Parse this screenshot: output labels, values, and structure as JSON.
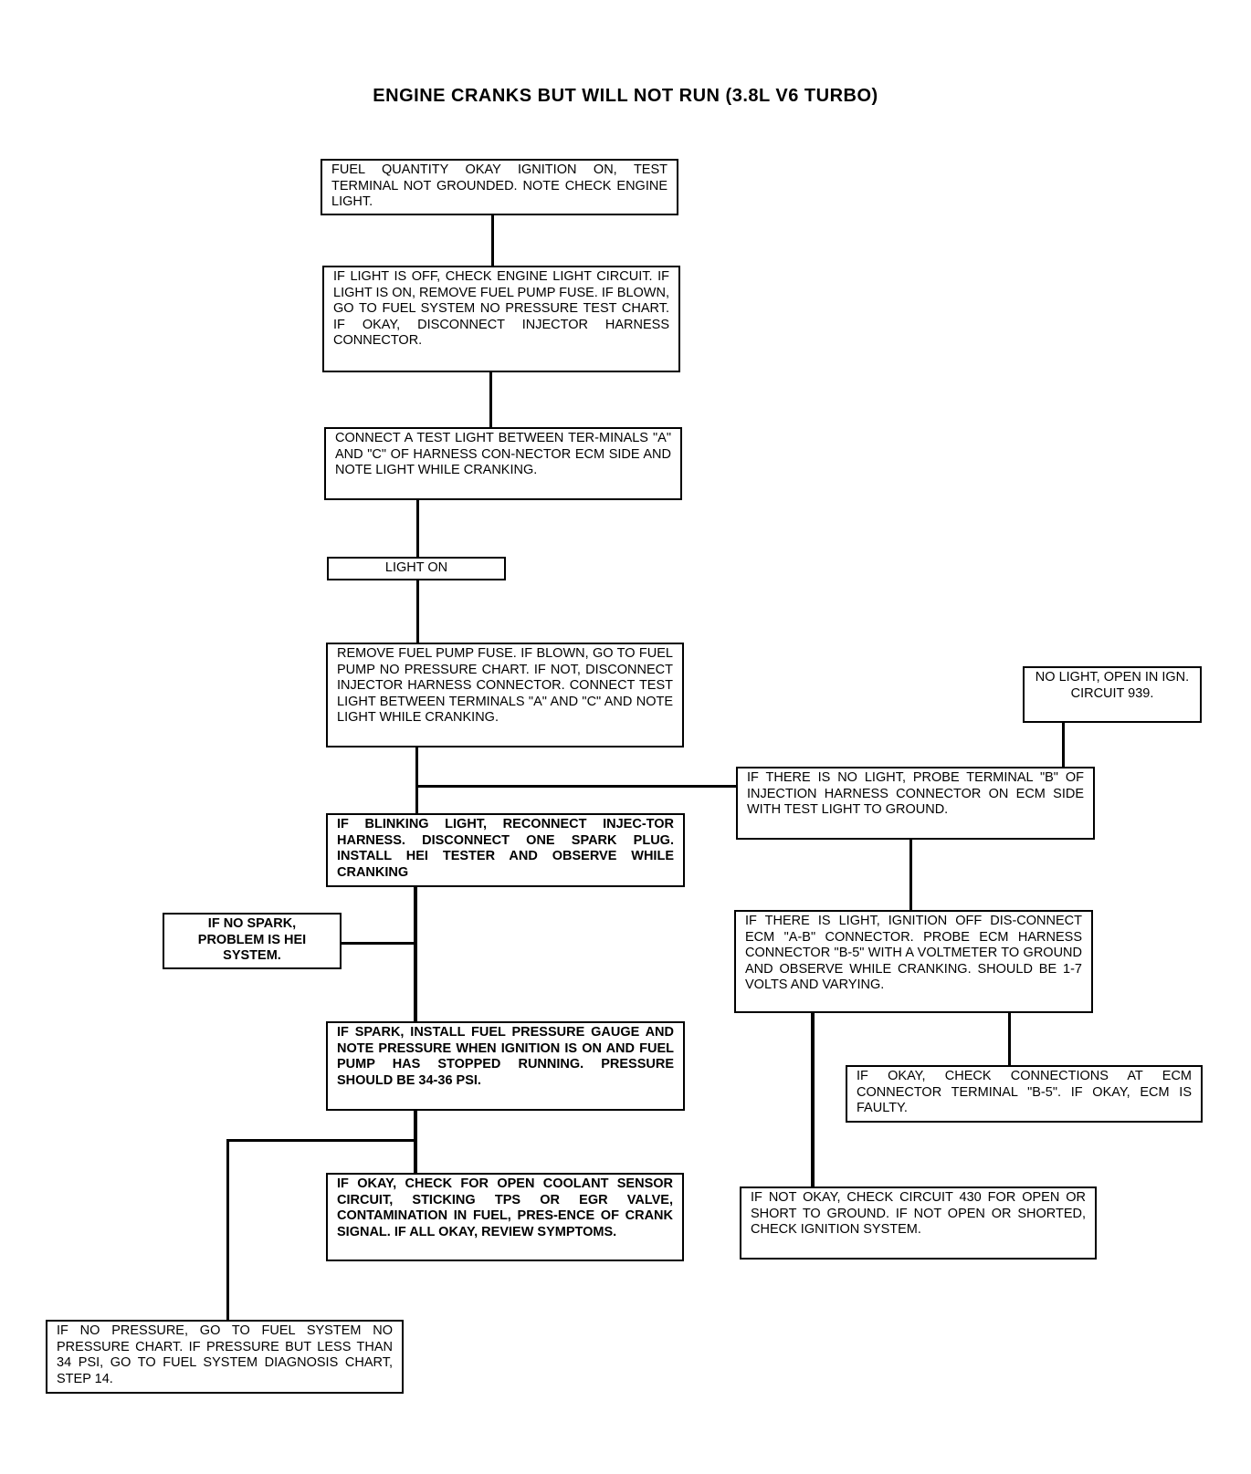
{
  "title": "ENGINE CRANKS BUT WILL NOT RUN (3.8L V6 TURBO)",
  "boxes": {
    "fuel_quantity": "FUEL QUANTITY OKAY IGNITION ON, TEST TERMINAL NOT GROUNDED. NOTE CHECK ENGINE LIGHT.",
    "check_light": "IF LIGHT IS OFF, CHECK ENGINE LIGHT CIRCUIT. IF LIGHT IS ON, REMOVE FUEL PUMP FUSE. IF BLOWN, GO TO FUEL SYSTEM NO PRESSURE TEST CHART. IF OKAY, DISCONNECT INJECTOR HARNESS CONNECTOR.",
    "connect_test_light": "CONNECT A TEST LIGHT BETWEEN TER-MINALS \"A\" AND \"C\" OF HARNESS CON-NECTOR ECM SIDE AND NOTE LIGHT WHILE CRANKING.",
    "light_on": "LIGHT ON",
    "remove_fuse": "REMOVE FUEL PUMP FUSE. IF BLOWN, GO TO FUEL PUMP NO PRESSURE CHART. IF NOT, DISCONNECT INJECTOR HARNESS CONNECTOR. CONNECT TEST LIGHT BETWEEN TERMINALS \"A\" AND \"C\" AND NOTE LIGHT WHILE CRANKING.",
    "blinking_light": "IF BLINKING LIGHT, RECONNECT INJEC-TOR HARNESS. DISCONNECT ONE SPARK PLUG. INSTALL HEI TESTER AND OBSERVE WHILE CRANKING",
    "no_spark": "IF NO SPARK, PROBLEM IS HEI SYSTEM.",
    "spark": "IF SPARK, INSTALL FUEL PRESSURE GAUGE AND NOTE PRESSURE WHEN IGNITION IS ON AND FUEL PUMP HAS STOPPED RUNNING. PRESSURE SHOULD BE 34-36 PSI.",
    "okay_coolant": "IF OKAY, CHECK FOR OPEN COOLANT SENSOR CIRCUIT, STICKING TPS OR EGR VALVE, CONTAMINATION IN FUEL, PRES-ENCE OF CRANK SIGNAL. IF ALL OKAY, REVIEW SYMPTOMS.",
    "no_pressure": "IF NO PRESSURE, GO TO FUEL SYSTEM NO PRESSURE CHART. IF PRESSURE BUT LESS THAN 34 PSI, GO TO FUEL SYSTEM DIAGNOSIS CHART, STEP 14.",
    "no_light_open": "NO LIGHT, OPEN IN IGN. CIRCUIT 939.",
    "no_light_probe": "IF THERE IS NO LIGHT, PROBE TERMINAL \"B\" OF INJECTION HARNESS CONNECTOR ON ECM SIDE WITH TEST LIGHT TO GROUND.",
    "is_light": "IF THERE IS LIGHT, IGNITION OFF DIS-CONNECT ECM \"A-B\" CONNECTOR. PROBE ECM HARNESS CONNECTOR \"B-5\" WITH A VOLTMETER TO GROUND AND OBSERVE WHILE CRANKING. SHOULD BE 1-7 VOLTS AND VARYING.",
    "okay_connections": "IF OKAY, CHECK CONNECTIONS AT ECM CONNECTOR TERMINAL \"B-5\". IF OKAY, ECM IS FAULTY.",
    "not_okay_430": "IF NOT OKAY, CHECK CIRCUIT 430 FOR OPEN OR SHORT TO GROUND. IF NOT OPEN OR SHORTED, CHECK IGNITION SYSTEM."
  }
}
